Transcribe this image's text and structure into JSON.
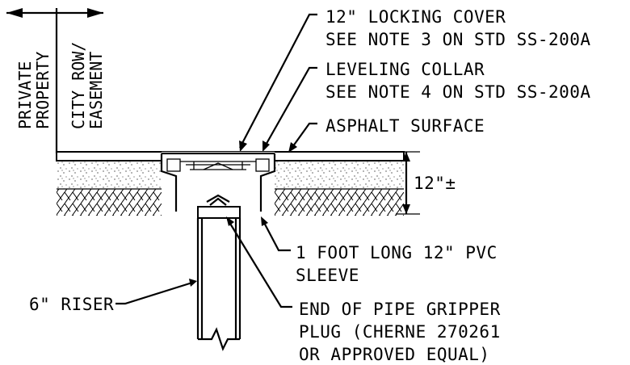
{
  "labels": {
    "private_property": "PRIVATE PROPERTY",
    "private_line1": "PRIVATE",
    "private_line2": "PROPERTY",
    "city_row_line1": "CITY ROW/",
    "city_row_line2": "EASEMENT",
    "locking_cover_line1": "12\" LOCKING COVER",
    "locking_cover_line2": "SEE NOTE 3 ON STD SS-200A",
    "leveling_collar_line1": "LEVELING COLLAR",
    "leveling_collar_line2": "SEE NOTE 4 ON STD SS-200A",
    "asphalt": "ASPHALT SURFACE",
    "dimension": "12\"±",
    "sleeve_line1": "1 FOOT LONG 12\" PVC",
    "sleeve_line2": "SLEEVE",
    "riser": "6\" RISER",
    "plug_line1": "END OF PIPE GRIPPER",
    "plug_line2": "PLUG (CHERNE 270261",
    "plug_line3": "OR APPROVED EQUAL)"
  },
  "colors": {
    "ink": "#000000",
    "background": "#ffffff"
  }
}
